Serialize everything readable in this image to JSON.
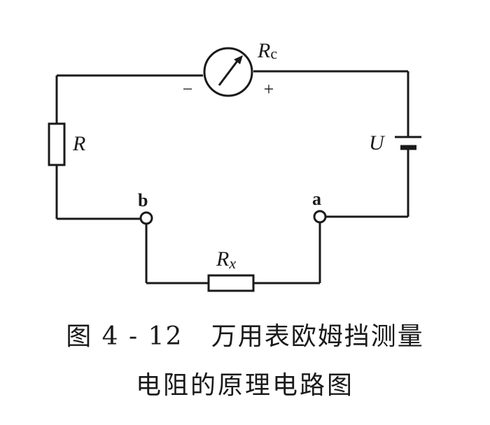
{
  "diagram": {
    "meter": {
      "name_main": "R",
      "name_sub": "c",
      "minus": "−",
      "plus": "+"
    },
    "resistor_r": {
      "label": "R"
    },
    "battery": {
      "label": "U"
    },
    "terminal_b": {
      "label": "b"
    },
    "terminal_a": {
      "label": "a"
    },
    "resistor_x": {
      "name_main": "R",
      "name_sub": "x"
    }
  },
  "caption": {
    "line1": "图 4 - 12   万用表欧姆挡测量",
    "line2": "电阻的原理电路图"
  }
}
